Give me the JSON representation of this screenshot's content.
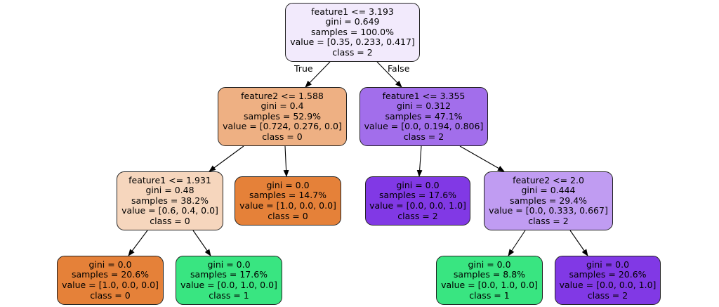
{
  "edge_labels": {
    "true": "True",
    "false": "False"
  },
  "nodes": {
    "root": {
      "color": "#f2eafc",
      "lines": [
        "feature1 <= 3.193",
        "gini = 0.649",
        "samples = 100.0%",
        "value = [0.35, 0.233, 0.417]",
        "class = 2"
      ]
    },
    "l": {
      "color": "#eeb083",
      "lines": [
        "feature2 <= 1.588",
        "gini = 0.4",
        "samples = 52.9%",
        "value = [0.724, 0.276, 0.0]",
        "class = 0"
      ]
    },
    "r": {
      "color": "#a26eeb",
      "lines": [
        "feature1 <= 3.355",
        "gini = 0.312",
        "samples = 47.1%",
        "value = [0.0, 0.194, 0.806]",
        "class = 2"
      ]
    },
    "ll": {
      "color": "#f6d6bd",
      "lines": [
        "feature1 <= 1.931",
        "gini = 0.48",
        "samples = 38.2%",
        "value = [0.6, 0.4, 0.0]",
        "class = 0"
      ]
    },
    "lr": {
      "color": "#e58139",
      "lines": [
        "gini = 0.0",
        "samples = 14.7%",
        "value = [1.0, 0.0, 0.0]",
        "class = 0"
      ]
    },
    "rl": {
      "color": "#8139e5",
      "lines": [
        "gini = 0.0",
        "samples = 17.6%",
        "value = [0.0, 0.0, 1.0]",
        "class = 2"
      ]
    },
    "rr": {
      "color": "#c09cf2",
      "lines": [
        "feature2 <= 2.0",
        "gini = 0.444",
        "samples = 29.4%",
        "value = [0.0, 0.333, 0.667]",
        "class = 2"
      ]
    },
    "lll": {
      "color": "#e58139",
      "lines": [
        "gini = 0.0",
        "samples = 20.6%",
        "value = [1.0, 0.0, 0.0]",
        "class = 0"
      ]
    },
    "llr": {
      "color": "#39e581",
      "lines": [
        "gini = 0.0",
        "samples = 17.6%",
        "value = [0.0, 1.0, 0.0]",
        "class = 1"
      ]
    },
    "rrl": {
      "color": "#39e581",
      "lines": [
        "gini = 0.0",
        "samples = 8.8%",
        "value = [0.0, 1.0, 0.0]",
        "class = 1"
      ]
    },
    "rrr": {
      "color": "#8139e5",
      "lines": [
        "gini = 0.0",
        "samples = 20.6%",
        "value = [0.0, 0.0, 1.0]",
        "class = 2"
      ]
    }
  }
}
